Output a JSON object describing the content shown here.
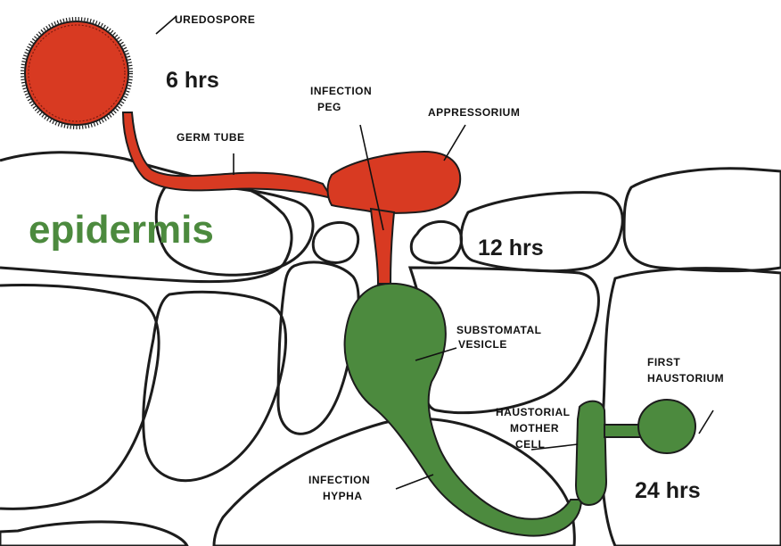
{
  "labels": {
    "uredospore": "UREDOSPORE",
    "germ_tube": "GERM TUBE",
    "infection_peg_line1": "INFECTION",
    "infection_peg_line2": "PEG",
    "appressorium": "APPRESSORIUM",
    "substomatal_line1": "SUBSTOMATAL",
    "substomatal_line2": "VESICLE",
    "first_haustorium_line1": "FIRST",
    "first_haustorium_line2": "HAUSTORIUM",
    "haustorial_line1": "HAUSTORIAL",
    "haustorial_line2": "MOTHER",
    "haustorial_line3": "CELL",
    "infection_hypha_line1": "INFECTION",
    "infection_hypha_line2": "HYPHA",
    "tissue": "epidermis"
  },
  "times": {
    "t1": "6 hrs",
    "t2": "12 hrs",
    "t3": "24 hrs"
  },
  "colors": {
    "early_stage": "#d83a22",
    "late_stage": "#4c8a3e",
    "tissue_label": "#4c8a3e"
  }
}
